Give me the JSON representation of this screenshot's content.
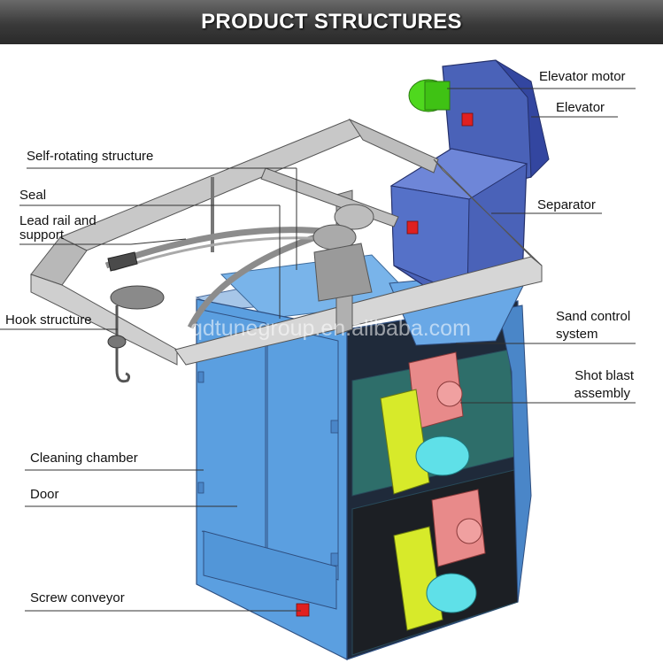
{
  "title": "PRODUCT STRUCTURES",
  "watermark": "qdtunegroup.en.alibaba.com",
  "labels": {
    "elevator_motor": "Elevator motor",
    "elevator": "Elevator",
    "self_rotating": "Self-rotating structure",
    "seal": "Seal",
    "lead_rail_1": "Lead rail and",
    "lead_rail_2": "support",
    "separator": "Separator",
    "hook": "Hook structure",
    "sand_control_1": "Sand control",
    "sand_control_2": "system",
    "shot_blast_1": "Shot blast",
    "shot_blast_2": "assembly",
    "cleaning_chamber": "Cleaning chamber",
    "door": "Door",
    "screw_conveyor": "Screw conveyor"
  },
  "colors": {
    "chamber_blue": "#5b9fe0",
    "chamber_dark": "#3c4fa8",
    "frame_gray": "#9a9a9a",
    "motor_green": "#4fd81e",
    "blast_pink": "#e88a8a",
    "blast_yellow": "#d7ea2a",
    "blast_cyan": "#5fe0e8",
    "indicator_red": "#e02020"
  }
}
